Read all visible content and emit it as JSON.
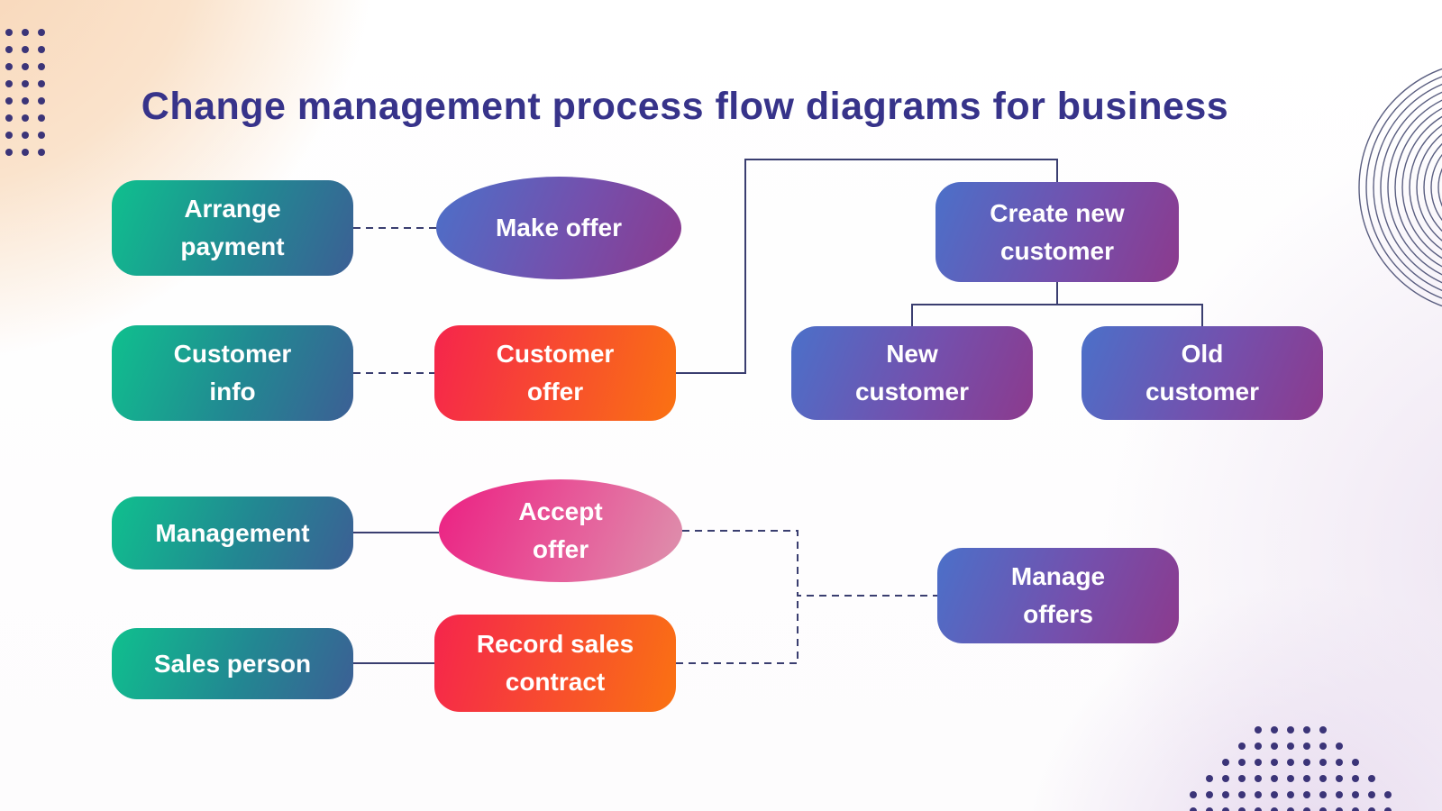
{
  "title": "Change management process flow diagrams for business",
  "nodes": {
    "arrange_payment": {
      "label": "Arrange\npayment",
      "shape": "rounded-rect",
      "palette": "green"
    },
    "make_offer": {
      "label": "Make offer",
      "shape": "ellipse",
      "palette": "blue_purple"
    },
    "create_new_customer": {
      "label": "Create new\ncustomer",
      "shape": "rounded-rect",
      "palette": "blue_purple"
    },
    "customer_info": {
      "label": "Customer\ninfo",
      "shape": "rounded-rect",
      "palette": "green"
    },
    "customer_offer": {
      "label": "Customer\noffer",
      "shape": "rounded-rect",
      "palette": "red_orange"
    },
    "new_customer": {
      "label": "New\ncustomer",
      "shape": "rounded-rect",
      "palette": "blue_purple"
    },
    "old_customer": {
      "label": "Old\ncustomer",
      "shape": "rounded-rect",
      "palette": "blue_purple"
    },
    "management": {
      "label": "Management",
      "shape": "rounded-rect",
      "palette": "green"
    },
    "accept_offer": {
      "label": "Accept\noffer",
      "shape": "ellipse",
      "palette": "pink"
    },
    "manage_offers": {
      "label": "Manage\noffers",
      "shape": "rounded-rect",
      "palette": "blue_purple"
    },
    "sales_person": {
      "label": "Sales person",
      "shape": "rounded-rect",
      "palette": "green"
    },
    "record_sales_contract": {
      "label": "Record sales\ncontract",
      "shape": "rounded-rect",
      "palette": "red_orange"
    }
  },
  "connections": [
    {
      "from": "arrange_payment",
      "to": "make_offer",
      "style": "dashed"
    },
    {
      "from": "customer_info",
      "to": "customer_offer",
      "style": "dashed"
    },
    {
      "from": "customer_offer",
      "to": "create_new_customer",
      "style": "solid"
    },
    {
      "from": "create_new_customer",
      "to": "new_customer",
      "style": "solid"
    },
    {
      "from": "create_new_customer",
      "to": "old_customer",
      "style": "solid"
    },
    {
      "from": "management",
      "to": "accept_offer",
      "style": "solid"
    },
    {
      "from": "sales_person",
      "to": "record_sales_contract",
      "style": "solid"
    },
    {
      "from": "accept_offer",
      "to": "manage_offers",
      "style": "dashed"
    },
    {
      "from": "record_sales_contract",
      "to": "manage_offers",
      "style": "dashed"
    }
  ],
  "colors": {
    "title_text": "#37338a",
    "connector": "#3a3e70",
    "node_text": "#ffffff",
    "decor_dots": "#3b3478",
    "decor_rings": "#5a5e80",
    "background_peach": "#f8d4b4",
    "background_lavender": "#e6d9ee",
    "node_gradients": {
      "green": [
        "#0fc08e",
        "#3c5f95"
      ],
      "red_orange": [
        "#f5254c",
        "#fa7212"
      ],
      "blue_purple": [
        "#4b70c9",
        "#8c3a8d"
      ],
      "pink": [
        "#ec1f82",
        "#dd93ad"
      ]
    }
  }
}
